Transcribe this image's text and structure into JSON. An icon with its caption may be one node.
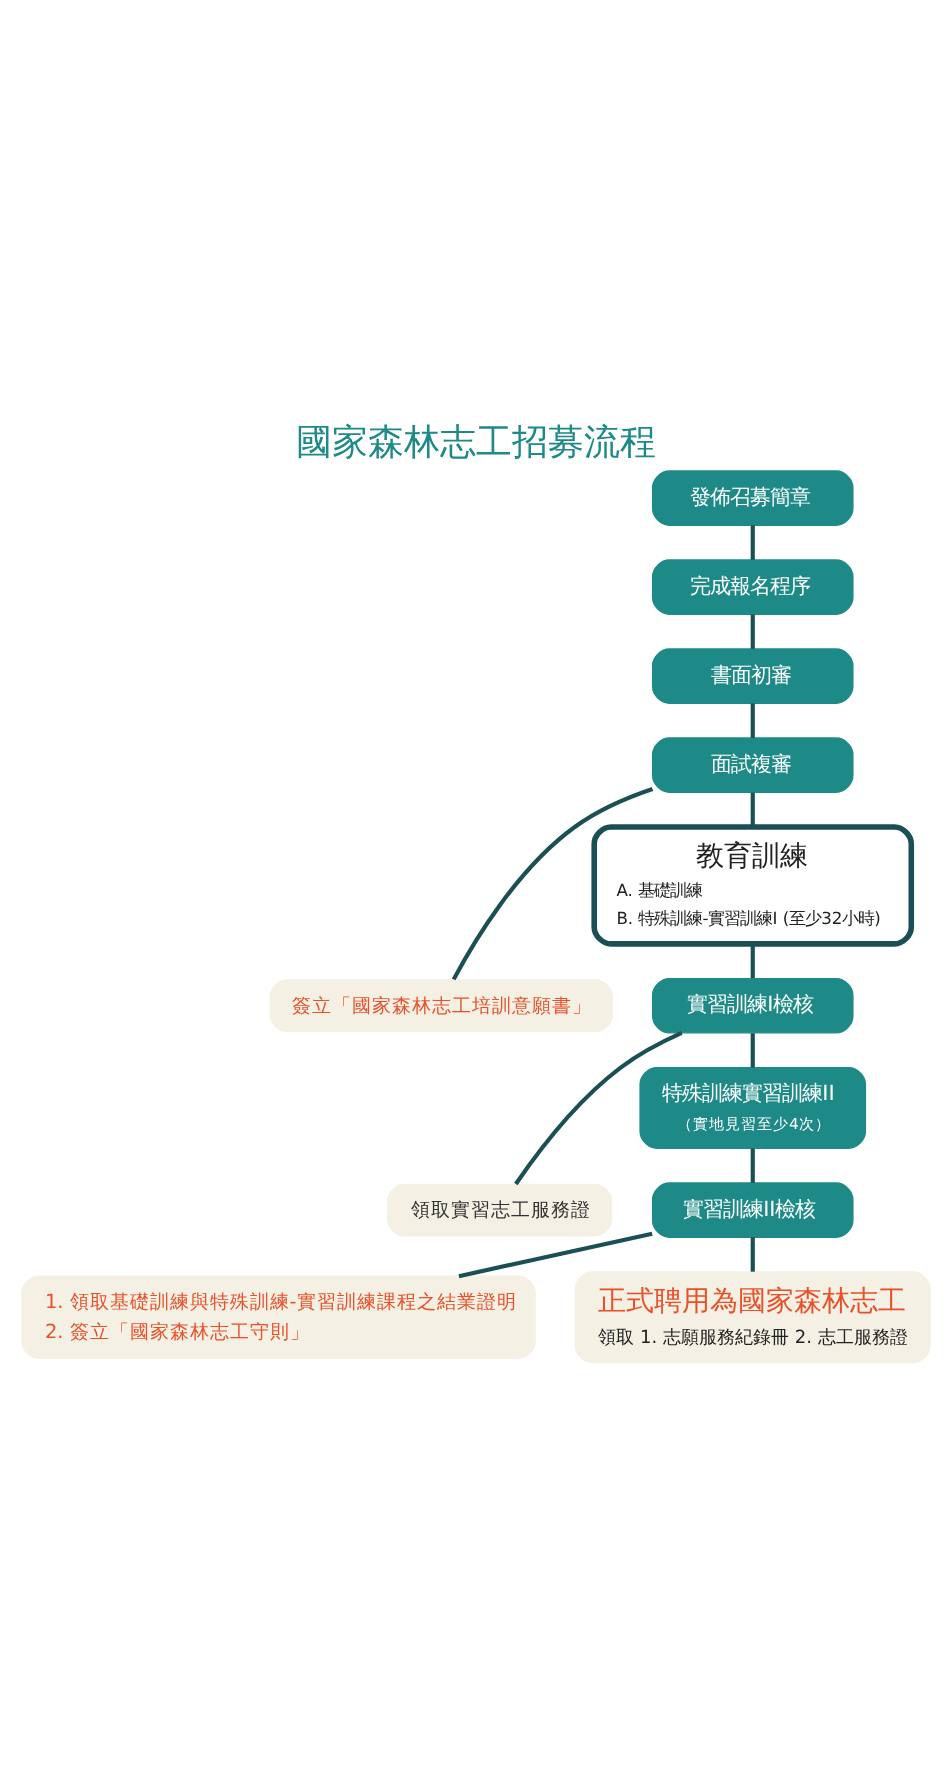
{
  "diagram": {
    "title": "國家森林志工招募流程",
    "nodes": [
      {
        "text": [
          "發佈召募簡章"
        ]
      },
      {
        "text": [
          "完成報名程序"
        ]
      },
      {
        "text": [
          "書面初審"
        ]
      },
      {
        "text": [
          "面試複審"
        ]
      },
      {
        "text": [
          "簽立「國家森林志工培訓意願書」"
        ]
      },
      {
        "text": [
          "教育訓練",
          "A. 基礎訓練",
          "B. 特殊訓練-實習訓練I (至少32小時)"
        ]
      },
      {
        "text": [
          "實習訓練I檢核"
        ]
      },
      {
        "text": [
          "領取實習志工服務證"
        ]
      },
      {
        "text": [
          "特殊訓練實習訓練II",
          "（實地見習至少4次）"
        ]
      },
      {
        "text": [
          "實習訓練II檢核"
        ]
      },
      {
        "text": [
          "1. 領取基礎訓練與特殊訓練-實習訓練課程之結業證明",
          "2. 簽立「國家森林志工守則」"
        ]
      },
      {
        "text": [
          "正式聘用為國家森林志工",
          "領取 1. 志願服務紀錄冊 2. 志工服務證"
        ]
      }
    ],
    "edges": [
      {
        "from": 0,
        "to": 1,
        "arrow": "none"
      },
      {
        "from": 1,
        "to": 2,
        "arrow": "none"
      },
      {
        "from": 2,
        "to": 3,
        "arrow": "none"
      },
      {
        "from": 3,
        "to": 5,
        "arrow": "none"
      },
      {
        "from": 3,
        "to": 4,
        "arrow": "none"
      },
      {
        "from": 5,
        "to": 6,
        "arrow": "none"
      },
      {
        "from": 6,
        "to": 8,
        "arrow": "none"
      },
      {
        "from": 6,
        "to": 7,
        "arrow": "none"
      },
      {
        "from": 8,
        "to": 9,
        "arrow": "none"
      },
      {
        "from": 9,
        "to": 11,
        "arrow": "none"
      },
      {
        "from": 9,
        "to": 10,
        "arrow": "none"
      }
    ]
  }
}
